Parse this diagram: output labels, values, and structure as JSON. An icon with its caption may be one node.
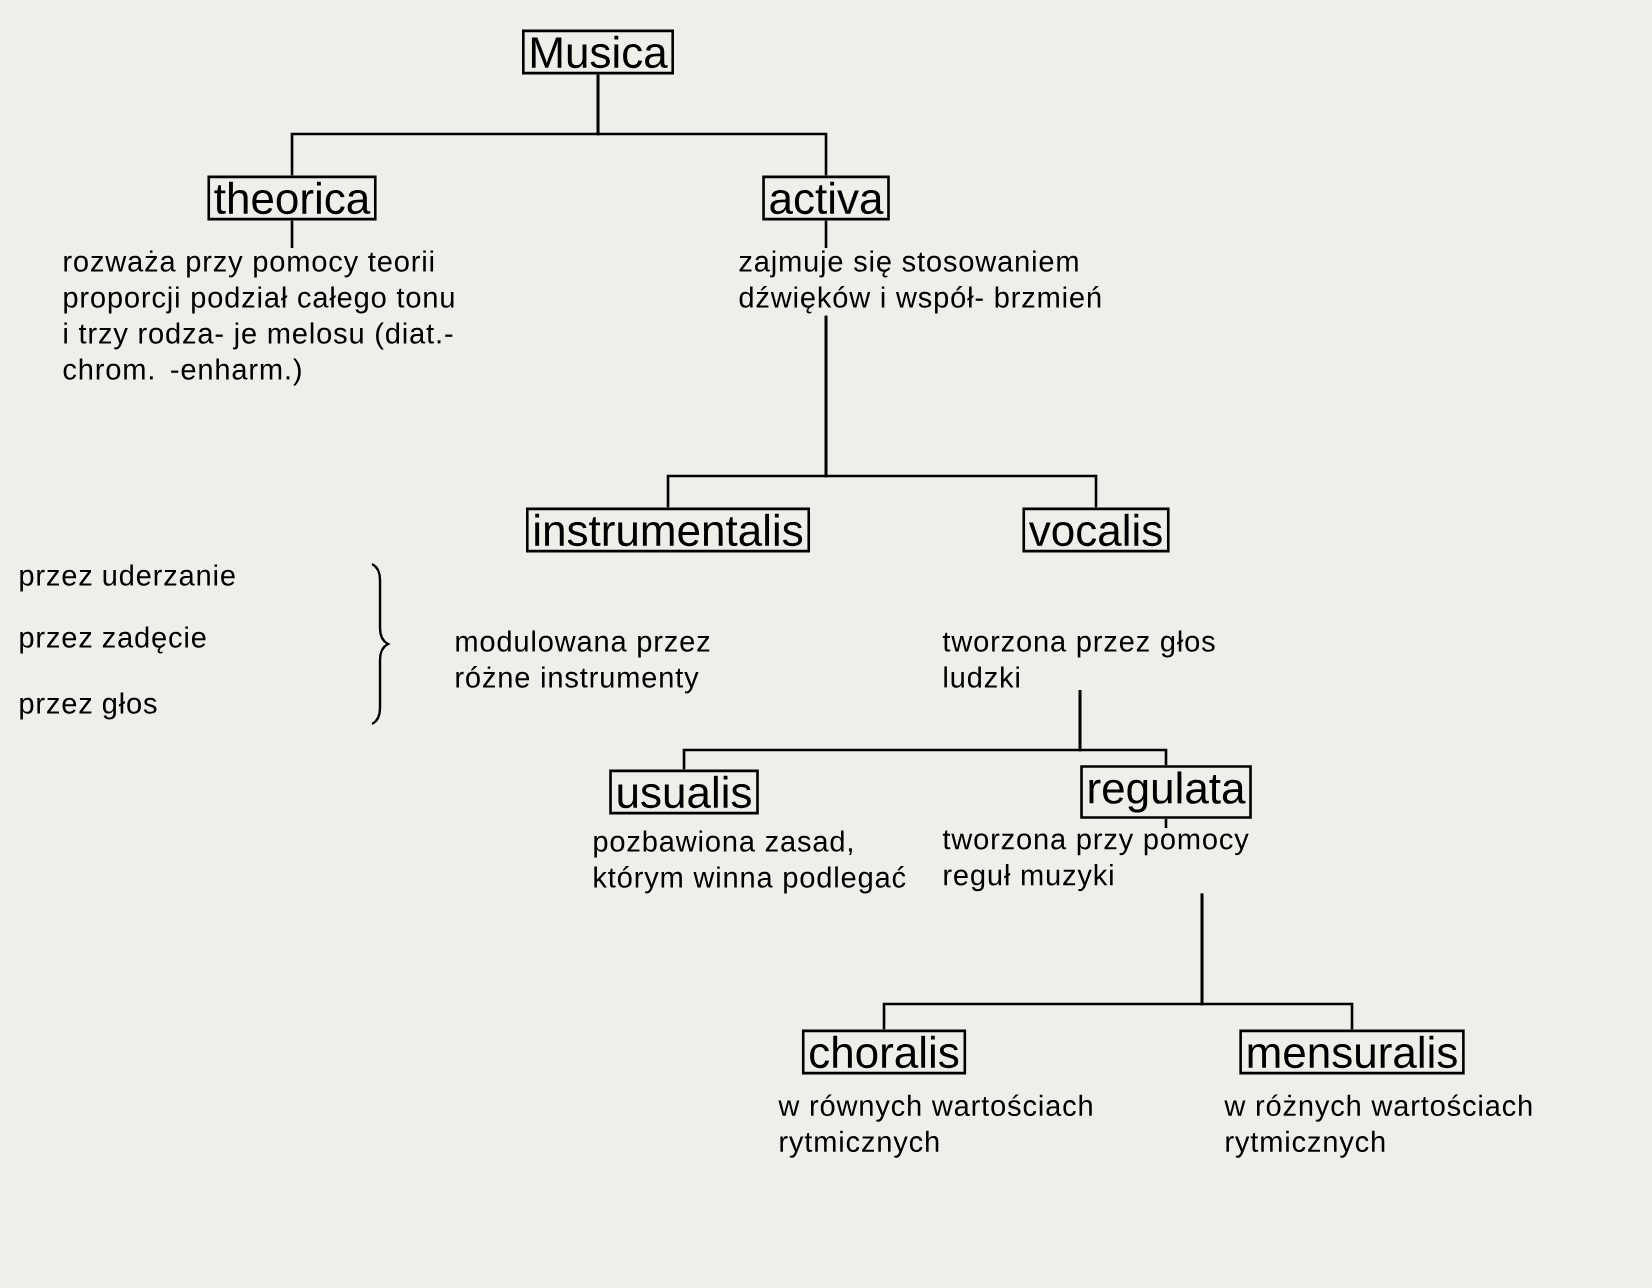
{
  "diagram": {
    "nodes": [
      {
        "text": [
          "Musica"
        ]
      },
      {
        "text": [
          "theorica"
        ]
      },
      {
        "text": [
          "activa"
        ]
      },
      {
        "text": [
          "rozważa przy pomocy teorii proporcji podział całego tonu i trzy rodza- je melosu (diat.-chrom. -enharm.)"
        ]
      },
      {
        "text": [
          "zajmuje się stosowaniem dźwięków i współ- brzmień"
        ]
      },
      {
        "text": [
          "instrumentalis"
        ],
        "beside": [
          "modulowana przez różne instrumenty"
        ]
      },
      {
        "text": [
          "vocalis"
        ]
      },
      {
        "text": [
          "tworzona przez głos ludzki"
        ]
      },
      {
        "text": [
          "usualis"
        ],
        "beside": [
          "pozbawiona zasad, którym winna podlegać"
        ]
      },
      {
        "text": [
          "regulata"
        ]
      },
      {
        "text": [
          "tworzona przy pomocy reguł muzyki"
        ]
      },
      {
        "text": [
          "choralis"
        ],
        "beside": [
          "w równych wartościach rytmicznych"
        ]
      },
      {
        "text": [
          "mensuralis"
        ],
        "beside": [
          "w różnych wartościach rytmicznych"
        ]
      }
    ],
    "edges": [
      {
        "from": 0,
        "to": 1,
        "arrow": "none"
      },
      {
        "from": 0,
        "to": 2,
        "arrow": "none"
      },
      {
        "from": 1,
        "to": 3,
        "arrow": "none"
      },
      {
        "from": 2,
        "to": 4,
        "arrow": "none"
      },
      {
        "from": 4,
        "to": 5,
        "arrow": "none"
      },
      {
        "from": 4,
        "to": 6,
        "arrow": "none"
      },
      {
        "from": 7,
        "to": 8,
        "arrow": "none"
      },
      {
        "from": 7,
        "to": 9,
        "arrow": "none"
      },
      {
        "from": 9,
        "to": 10,
        "arrow": "none"
      },
      {
        "from": 10,
        "to": 11,
        "arrow": "none"
      },
      {
        "from": 10,
        "to": 12,
        "arrow": "none"
      }
    ],
    "labels": [
      "przez uderzanie",
      "przez zadęcie",
      "przez głos"
    ]
  }
}
